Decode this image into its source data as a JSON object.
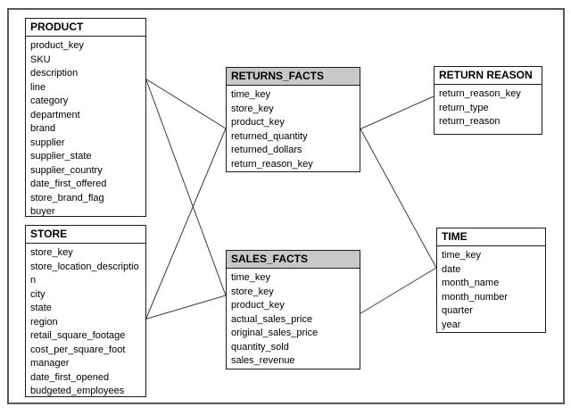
{
  "diagram": {
    "colors": {
      "fact_header_bg": "#c8c8c8",
      "dimension_header_bg": "#ffffff",
      "box_border": "#1c1c1c",
      "connector": "#3a3a3a",
      "frame_border": "#58595b",
      "background": "#ffffff",
      "text": "#000000"
    },
    "tables": [
      {
        "id": "product",
        "title": "PRODUCT",
        "header": "plain",
        "fields": [
          "product_key",
          "SKU",
          "description",
          "line",
          "category",
          "department",
          "brand",
          "supplier",
          "supplier_state",
          "supplier_country",
          "date_first_offered",
          "store_brand_flag",
          "buyer"
        ]
      },
      {
        "id": "store",
        "title": "STORE",
        "header": "plain",
        "fields": [
          "store_key",
          "store_location_description",
          "city",
          "state",
          "region",
          "retail_square_footage",
          "cost_per_square_foot",
          "manager",
          "date_first_opened",
          "budgeted_employees"
        ]
      },
      {
        "id": "returns_facts",
        "title": "RETURNS_FACTS",
        "header": "gray",
        "fields": [
          "time_key",
          "store_key",
          "product_key",
          "returned_quantity",
          "returned_dollars",
          "return_reason_key"
        ]
      },
      {
        "id": "sales_facts",
        "title": "SALES_FACTS",
        "header": "gray",
        "fields": [
          "time_key",
          "store_key",
          "product_key",
          "actual_sales_price",
          "original_sales_price",
          "quantity_sold",
          "sales_revenue"
        ]
      },
      {
        "id": "return_reason",
        "title": "RETURN REASON",
        "header": "plain",
        "fields": [
          "return_reason_key",
          "return_type",
          "return_reason"
        ]
      },
      {
        "id": "time",
        "title": "TIME",
        "header": "plain",
        "fields": [
          "time_key",
          "date",
          "month_name",
          "month_number",
          "quarter",
          "year"
        ]
      }
    ],
    "relationships": [
      {
        "from": "product",
        "to": "returns_facts"
      },
      {
        "from": "product",
        "to": "sales_facts"
      },
      {
        "from": "store",
        "to": "returns_facts"
      },
      {
        "from": "store",
        "to": "sales_facts"
      },
      {
        "from": "returns_facts",
        "to": "return_reason"
      },
      {
        "from": "returns_facts",
        "to": "time"
      },
      {
        "from": "sales_facts",
        "to": "time"
      }
    ]
  }
}
